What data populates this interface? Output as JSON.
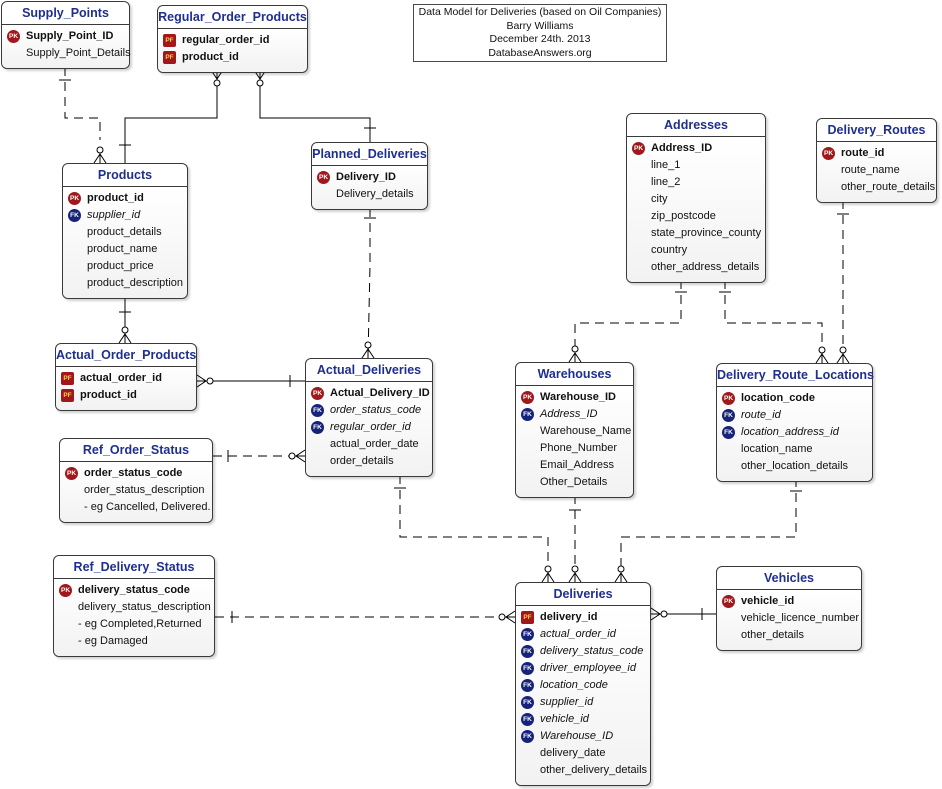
{
  "note": {
    "lines": [
      "Data Model for Deliveries (based on Oil Companies)",
      "Barry Williams",
      "December 24th. 2013",
      "DatabaseAnswers.org"
    ]
  },
  "entities": {
    "supply_points": {
      "title": "Supply_Points",
      "attrs": [
        {
          "text": "Supply_Point_ID",
          "key": "PK"
        },
        {
          "text": "Supply_Point_Details",
          "key": ""
        }
      ]
    },
    "regular_order_products": {
      "title": "Regular_Order_Products",
      "attrs": [
        {
          "text": "regular_order_id",
          "key": "PF"
        },
        {
          "text": "product_id",
          "key": "PF"
        }
      ]
    },
    "products": {
      "title": "Products",
      "attrs": [
        {
          "text": "product_id",
          "key": "PK"
        },
        {
          "text": "supplier_id",
          "key": "FK"
        },
        {
          "text": "product_details",
          "key": ""
        },
        {
          "text": "product_name",
          "key": ""
        },
        {
          "text": "product_price",
          "key": ""
        },
        {
          "text": "product_description",
          "key": ""
        }
      ]
    },
    "planned_deliveries": {
      "title": "Planned_Deliveries",
      "attrs": [
        {
          "text": "Delivery_ID",
          "key": "PK"
        },
        {
          "text": "Delivery_details",
          "key": ""
        }
      ]
    },
    "addresses": {
      "title": "Addresses",
      "attrs": [
        {
          "text": "Address_ID",
          "key": "PK"
        },
        {
          "text": "line_1",
          "key": ""
        },
        {
          "text": "line_2",
          "key": ""
        },
        {
          "text": "city",
          "key": ""
        },
        {
          "text": "zip_postcode",
          "key": ""
        },
        {
          "text": "state_province_county",
          "key": ""
        },
        {
          "text": "country",
          "key": ""
        },
        {
          "text": "other_address_details",
          "key": ""
        }
      ]
    },
    "delivery_routes": {
      "title": "Delivery_Routes",
      "attrs": [
        {
          "text": "route_id",
          "key": "PK"
        },
        {
          "text": "route_name",
          "key": ""
        },
        {
          "text": "other_route_details",
          "key": ""
        }
      ]
    },
    "actual_order_products": {
      "title": "Actual_Order_Products",
      "attrs": [
        {
          "text": "actual_order_id",
          "key": "PF"
        },
        {
          "text": "product_id",
          "key": "PF"
        }
      ]
    },
    "actual_deliveries": {
      "title": "Actual_Deliveries",
      "attrs": [
        {
          "text": "Actual_Delivery_ID",
          "key": "PK"
        },
        {
          "text": "order_status_code",
          "key": "FK"
        },
        {
          "text": "regular_order_id",
          "key": "FK"
        },
        {
          "text": "actual_order_date",
          "key": ""
        },
        {
          "text": "order_details",
          "key": ""
        }
      ]
    },
    "warehouses": {
      "title": "Warehouses",
      "attrs": [
        {
          "text": "Warehouse_ID",
          "key": "PK"
        },
        {
          "text": "Address_ID",
          "key": "FK"
        },
        {
          "text": "Warehouse_Name",
          "key": ""
        },
        {
          "text": "Phone_Number",
          "key": ""
        },
        {
          "text": "Email_Address",
          "key": ""
        },
        {
          "text": "Other_Details",
          "key": ""
        }
      ]
    },
    "delivery_route_locations": {
      "title": "Delivery_Route_Locations",
      "attrs": [
        {
          "text": "location_code",
          "key": "PK"
        },
        {
          "text": "route_id",
          "key": "FK"
        },
        {
          "text": "location_address_id",
          "key": "FK"
        },
        {
          "text": "location_name",
          "key": ""
        },
        {
          "text": "other_location_details",
          "key": ""
        }
      ]
    },
    "ref_order_status": {
      "title": "Ref_Order_Status",
      "attrs": [
        {
          "text": "order_status_code",
          "key": "PK"
        },
        {
          "text": "order_status_description",
          "key": ""
        },
        {
          "text": "- eg Cancelled, Delivered.",
          "key": ""
        }
      ]
    },
    "ref_delivery_status": {
      "title": "Ref_Delivery_Status",
      "attrs": [
        {
          "text": "delivery_status_code",
          "key": "PK"
        },
        {
          "text": "delivery_status_description",
          "key": ""
        },
        {
          "text": "- eg Completed,Returned",
          "key": ""
        },
        {
          "text": "- eg Damaged",
          "key": ""
        }
      ]
    },
    "deliveries": {
      "title": "Deliveries",
      "attrs": [
        {
          "text": "delivery_id",
          "key": "PF"
        },
        {
          "text": "actual_order_id",
          "key": "FK"
        },
        {
          "text": "delivery_status_code",
          "key": "FK"
        },
        {
          "text": "driver_employee_id",
          "key": "FK"
        },
        {
          "text": "location_code",
          "key": "FK"
        },
        {
          "text": "supplier_id",
          "key": "FK"
        },
        {
          "text": "vehicle_id",
          "key": "FK"
        },
        {
          "text": "Warehouse_ID",
          "key": "FK"
        },
        {
          "text": "delivery_date",
          "key": ""
        },
        {
          "text": "other_delivery_details",
          "key": ""
        }
      ]
    },
    "vehicles": {
      "title": "Vehicles",
      "attrs": [
        {
          "text": "vehicle_id",
          "key": "PK"
        },
        {
          "text": "vehicle_licence_number",
          "key": ""
        },
        {
          "text": "other_details",
          "key": ""
        }
      ]
    }
  },
  "colors": {
    "title_text": "#1f2f8f",
    "pk_badge": "#a0171c",
    "fk_badge": "#15237a",
    "border": "#3a3a3a"
  }
}
